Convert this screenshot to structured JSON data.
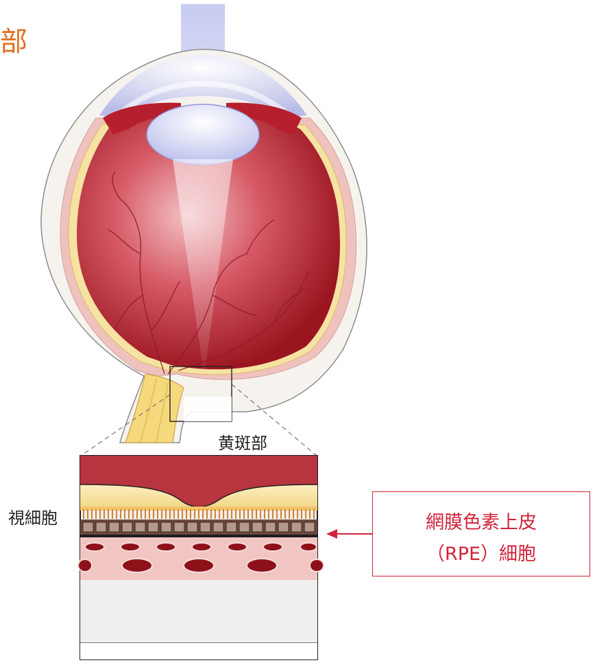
{
  "title_fragment": "部",
  "labels": {
    "macula": "黄斑部",
    "photoreceptor_cells": "視細胞",
    "rpe_line1": "網膜色素上皮",
    "rpe_line2": "（RPE）細胞"
  },
  "colors": {
    "title": "#e07020",
    "rpe_annotation": "#d0243a",
    "vitreous": "#b01a26",
    "sclera": "#f6f3ef",
    "light_beam": "#c9cdf0",
    "retina_yellow": "#f4df94",
    "choroid_pink": "#f1c6c2",
    "blood_vessel": "#8e1019"
  }
}
